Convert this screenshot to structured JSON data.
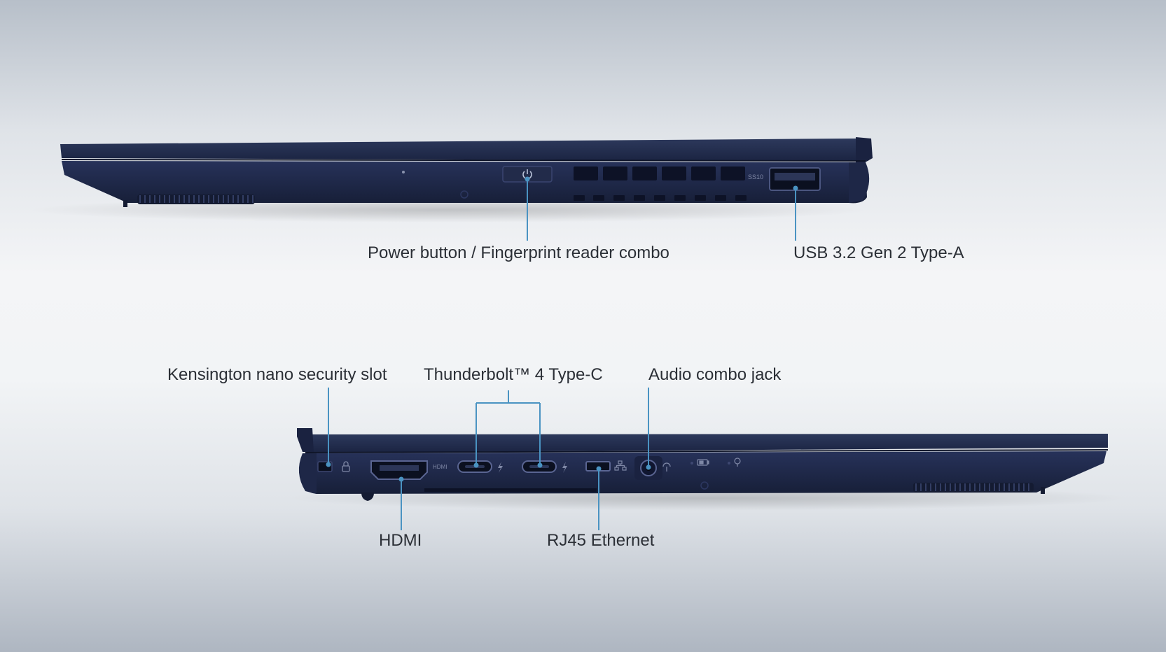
{
  "labels": {
    "power": "Power button / Fingerprint reader combo",
    "usb": "USB 3.2 Gen 2 Type-A",
    "kensington": "Kensington nano security slot",
    "thunderbolt": "Thunderbolt™ 4 Type-C",
    "audio": "Audio combo jack",
    "hdmi": "HDMI",
    "rj45": "RJ45 Ethernet"
  },
  "port_markings": {
    "usb_logo": "SS10",
    "hdmi_logo": "HDMI"
  },
  "icons": [
    "power-icon",
    "lock-icon",
    "thunderbolt-icon",
    "network-icon",
    "headset-icon",
    "battery-icon",
    "led-icon"
  ],
  "colors": {
    "chassis": "#1f2a4a",
    "chassis_dark": "#141c33",
    "callout_line": "#4a93c2",
    "label_text": "#2b2f36"
  }
}
